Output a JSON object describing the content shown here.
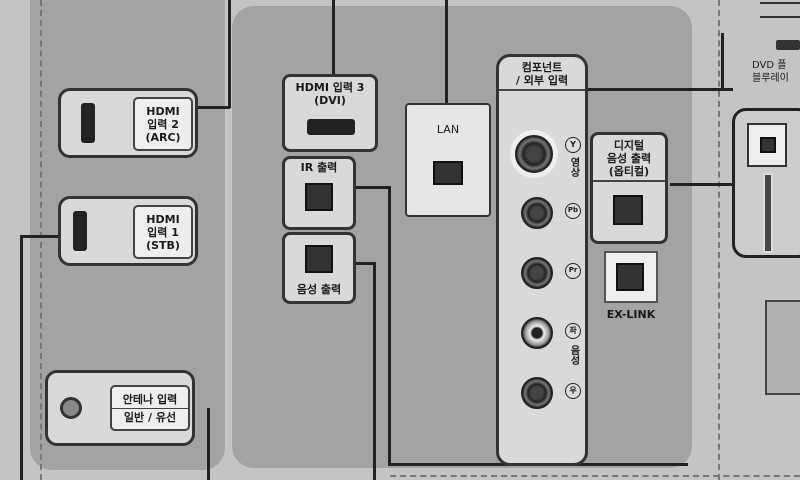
{
  "left_ports": {
    "hdmi2": {
      "line1": "HDMI",
      "line2": "입력 2",
      "line3": "(ARC)"
    },
    "hdmi1": {
      "line1": "HDMI",
      "line2": "입력 1",
      "line3": "(STB)"
    },
    "antenna": {
      "line1": "안테나 입력",
      "line2": "일반 / 유선"
    }
  },
  "center_ports": {
    "hdmi3": {
      "line1": "HDMI 입력 3",
      "line2": "(DVI)"
    },
    "ir_out": "IR 출력",
    "audio_out": "음성 출력",
    "lan": "LAN",
    "component": {
      "line1": "컴포넌트",
      "line2": "/ 외부 입력",
      "jacks": [
        "Y",
        "Pb",
        "Pr",
        "좌",
        "우"
      ],
      "video_label": "영상",
      "audio_label": "음성"
    },
    "digital_audio": {
      "line1": "디지털",
      "line2": "음성 출력",
      "line3": "(옵티컬)"
    },
    "exlink": "EX-LINK"
  },
  "right_devices": {
    "dvd_line1": "DVD 플",
    "dvd_line2": "블루레이"
  }
}
